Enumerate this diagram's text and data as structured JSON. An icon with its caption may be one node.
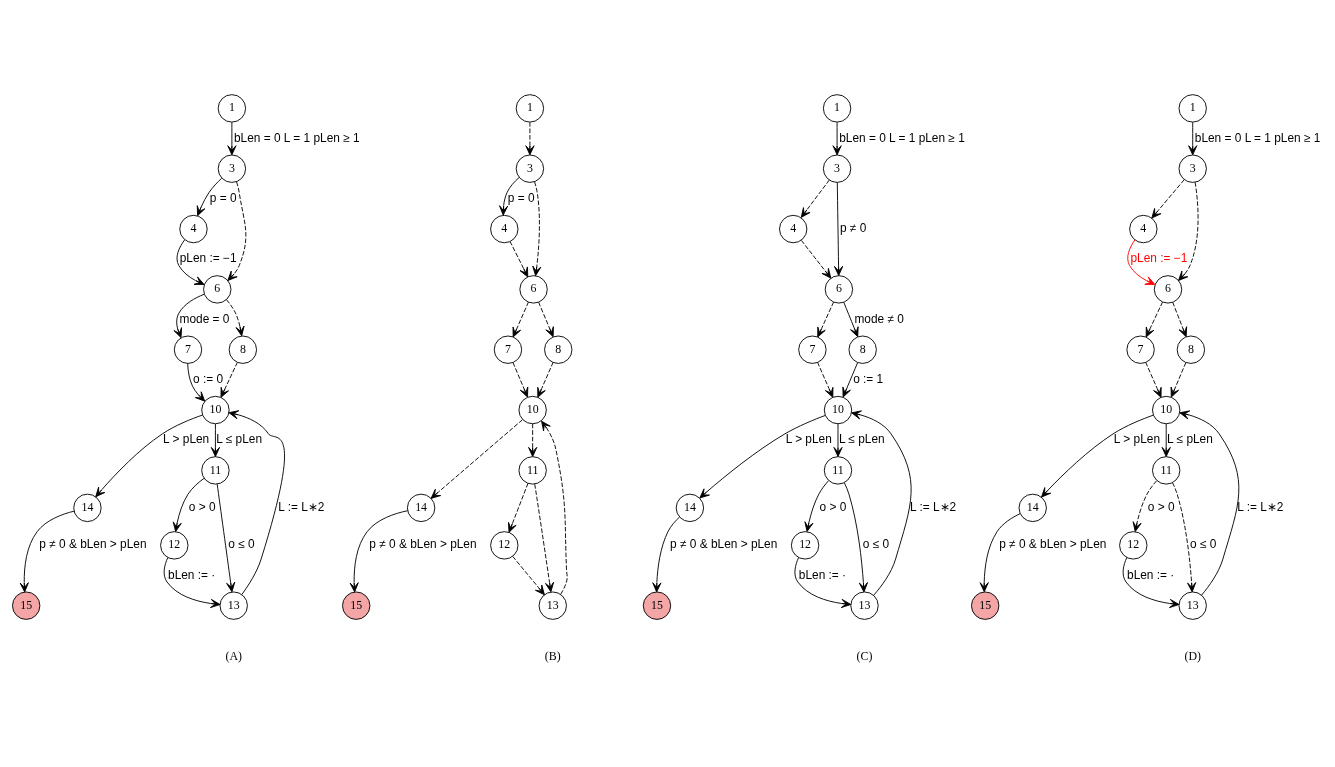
{
  "diagram": {
    "nodes": [
      {
        "text": [
          "1"
        ]
      },
      {
        "text": [
          "3"
        ]
      },
      {
        "text": [
          "4"
        ]
      },
      {
        "text": [
          "6"
        ]
      },
      {
        "text": [
          "7"
        ]
      },
      {
        "text": [
          "8"
        ]
      },
      {
        "text": [
          "10"
        ]
      },
      {
        "text": [
          "14"
        ]
      },
      {
        "text": [
          "11"
        ]
      },
      {
        "text": [
          "12"
        ]
      },
      {
        "text": [
          "13"
        ]
      },
      {
        "text": [
          "15"
        ]
      },
      {
        "text": [
          "1"
        ]
      },
      {
        "text": [
          "3"
        ]
      },
      {
        "text": [
          "4"
        ]
      },
      {
        "text": [
          "6"
        ]
      },
      {
        "text": [
          "7"
        ]
      },
      {
        "text": [
          "8"
        ]
      },
      {
        "text": [
          "10"
        ]
      },
      {
        "text": [
          "14"
        ]
      },
      {
        "text": [
          "11"
        ]
      },
      {
        "text": [
          "12"
        ]
      },
      {
        "text": [
          "13"
        ]
      },
      {
        "text": [
          "15"
        ]
      },
      {
        "text": [
          "1"
        ]
      },
      {
        "text": [
          "3"
        ]
      },
      {
        "text": [
          "4"
        ]
      },
      {
        "text": [
          "6"
        ]
      },
      {
        "text": [
          "7"
        ]
      },
      {
        "text": [
          "8"
        ]
      },
      {
        "text": [
          "10"
        ]
      },
      {
        "text": [
          "14"
        ]
      },
      {
        "text": [
          "11"
        ]
      },
      {
        "text": [
          "12"
        ]
      },
      {
        "text": [
          "13"
        ]
      },
      {
        "text": [
          "15"
        ]
      },
      {
        "text": [
          "1"
        ]
      },
      {
        "text": [
          "3"
        ]
      },
      {
        "text": [
          "4"
        ]
      },
      {
        "text": [
          "6"
        ]
      },
      {
        "text": [
          "7"
        ]
      },
      {
        "text": [
          "8"
        ]
      },
      {
        "text": [
          "10"
        ]
      },
      {
        "text": [
          "14"
        ]
      },
      {
        "text": [
          "11"
        ]
      },
      {
        "text": [
          "12"
        ]
      },
      {
        "text": [
          "13"
        ]
      },
      {
        "text": [
          "15"
        ]
      }
    ],
    "edges": [
      {
        "from": 0,
        "to": 1,
        "arrow": "to",
        "label": "bLen = 0 L = 1 pLen ≥ 1"
      },
      {
        "from": 1,
        "to": 2,
        "arrow": "to",
        "label": "p = 0"
      },
      {
        "from": 1,
        "to": 3,
        "arrow": "to",
        "style": "dashed"
      },
      {
        "from": 2,
        "to": 3,
        "arrow": "to",
        "label": "pLen := −1"
      },
      {
        "from": 3,
        "to": 4,
        "arrow": "to",
        "label": "mode = 0"
      },
      {
        "from": 3,
        "to": 5,
        "arrow": "to",
        "style": "dashed"
      },
      {
        "from": 4,
        "to": 6,
        "arrow": "to",
        "label": "o := 0"
      },
      {
        "from": 5,
        "to": 6,
        "arrow": "to",
        "style": "dashed"
      },
      {
        "from": 6,
        "to": 7,
        "arrow": "to",
        "label": "L > pLen"
      },
      {
        "from": 6,
        "to": 8,
        "arrow": "to",
        "label": "L ≤ pLen"
      },
      {
        "from": 7,
        "to": 11,
        "arrow": "to",
        "label": "p ≠ 0 & bLen > pLen"
      },
      {
        "from": 8,
        "to": 9,
        "arrow": "to",
        "label": "o > 0"
      },
      {
        "from": 8,
        "to": 10,
        "arrow": "to",
        "label": "o ≤ 0"
      },
      {
        "from": 9,
        "to": 10,
        "arrow": "to",
        "label": "bLen := ·"
      },
      {
        "from": 10,
        "to": 6,
        "arrow": "to",
        "label": "L := L∗2"
      },
      {
        "from": 12,
        "to": 13,
        "arrow": "to",
        "style": "dashed"
      },
      {
        "from": 13,
        "to": 14,
        "arrow": "to",
        "label": "p = 0"
      },
      {
        "from": 13,
        "to": 15,
        "arrow": "to",
        "style": "dashed"
      },
      {
        "from": 14,
        "to": 15,
        "arrow": "to",
        "style": "dashed"
      },
      {
        "from": 15,
        "to": 16,
        "arrow": "to",
        "style": "dashed"
      },
      {
        "from": 15,
        "to": 17,
        "arrow": "to",
        "style": "dashed"
      },
      {
        "from": 16,
        "to": 18,
        "arrow": "to",
        "style": "dashed"
      },
      {
        "from": 17,
        "to": 18,
        "arrow": "to",
        "style": "dashed"
      },
      {
        "from": 18,
        "to": 19,
        "arrow": "to",
        "style": "dashed"
      },
      {
        "from": 18,
        "to": 20,
        "arrow": "to",
        "style": "dashed"
      },
      {
        "from": 19,
        "to": 23,
        "arrow": "to",
        "label": "p ≠ 0 & bLen > pLen"
      },
      {
        "from": 20,
        "to": 21,
        "arrow": "to",
        "style": "dashed"
      },
      {
        "from": 20,
        "to": 22,
        "arrow": "to",
        "style": "dashed"
      },
      {
        "from": 21,
        "to": 22,
        "arrow": "to",
        "style": "dashed"
      },
      {
        "from": 22,
        "to": 18,
        "arrow": "to",
        "style": "dashed"
      },
      {
        "from": 24,
        "to": 25,
        "arrow": "to",
        "label": "bLen = 0 L = 1 pLen ≥ 1"
      },
      {
        "from": 25,
        "to": 26,
        "arrow": "to",
        "style": "dashed"
      },
      {
        "from": 25,
        "to": 27,
        "arrow": "to",
        "label": "p ≠ 0"
      },
      {
        "from": 26,
        "to": 27,
        "arrow": "to",
        "style": "dashed"
      },
      {
        "from": 27,
        "to": 28,
        "arrow": "to",
        "style": "dashed"
      },
      {
        "from": 27,
        "to": 29,
        "arrow": "to",
        "label": "mode ≠ 0"
      },
      {
        "from": 28,
        "to": 30,
        "arrow": "to",
        "style": "dashed"
      },
      {
        "from": 29,
        "to": 30,
        "arrow": "to",
        "label": "o := 1"
      },
      {
        "from": 30,
        "to": 31,
        "arrow": "to",
        "label": "L > pLen"
      },
      {
        "from": 30,
        "to": 32,
        "arrow": "to",
        "label": "L ≤ pLen"
      },
      {
        "from": 31,
        "to": 35,
        "arrow": "to",
        "label": "p ≠ 0 & bLen > pLen"
      },
      {
        "from": 32,
        "to": 33,
        "arrow": "to",
        "label": "o > 0"
      },
      {
        "from": 32,
        "to": 34,
        "arrow": "to",
        "label": "o ≤ 0"
      },
      {
        "from": 33,
        "to": 34,
        "arrow": "to",
        "label": "bLen := ·"
      },
      {
        "from": 34,
        "to": 30,
        "arrow": "to",
        "label": "L := L∗2"
      },
      {
        "from": 36,
        "to": 37,
        "arrow": "to",
        "label": "bLen = 0 L = 1 pLen ≥ 1"
      },
      {
        "from": 37,
        "to": 38,
        "arrow": "to",
        "style": "dashed"
      },
      {
        "from": 37,
        "to": 39,
        "arrow": "to",
        "style": "dashed"
      },
      {
        "from": 38,
        "to": 39,
        "arrow": "to",
        "color": "#ff0000",
        "label": "pLen := −1"
      },
      {
        "from": 39,
        "to": 40,
        "arrow": "to",
        "style": "dashed"
      },
      {
        "from": 39,
        "to": 41,
        "arrow": "to",
        "style": "dashed"
      },
      {
        "from": 40,
        "to": 42,
        "arrow": "to",
        "style": "dashed"
      },
      {
        "from": 41,
        "to": 42,
        "arrow": "to",
        "style": "dashed"
      },
      {
        "from": 42,
        "to": 43,
        "arrow": "to",
        "label": "L > pLen"
      },
      {
        "from": 42,
        "to": 44,
        "arrow": "to",
        "label": "L ≤ pLen"
      },
      {
        "from": 43,
        "to": 47,
        "arrow": "to",
        "label": "p ≠ 0 & bLen > pLen"
      },
      {
        "from": 44,
        "to": 45,
        "arrow": "to",
        "style": "dashed",
        "label": "o > 0"
      },
      {
        "from": 44,
        "to": 46,
        "arrow": "to",
        "style": "dashed",
        "label": "o ≤ 0"
      },
      {
        "from": 45,
        "to": 46,
        "arrow": "to",
        "label": "bLen := ·"
      },
      {
        "from": 46,
        "to": 42,
        "arrow": "to",
        "label": "L := L∗2"
      }
    ],
    "labels": [
      "(A)",
      "(B)",
      "(C)",
      "(D)"
    ]
  }
}
